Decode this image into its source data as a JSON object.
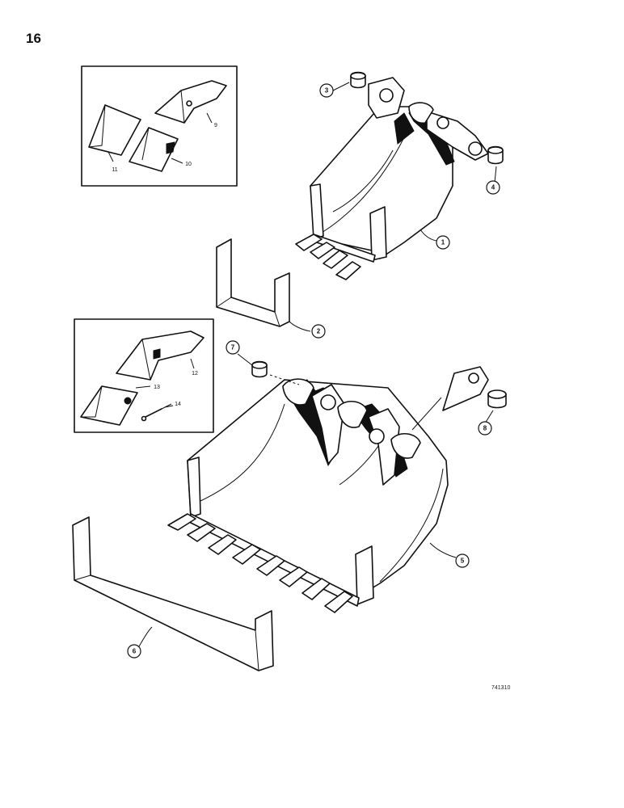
{
  "page": {
    "number": "16",
    "drawing_id": "741310"
  },
  "callouts": [
    "1",
    "2",
    "3",
    "4",
    "5",
    "6",
    "7",
    "8"
  ],
  "inset_labels": [
    "9",
    "10",
    "11",
    "12",
    "13",
    "14"
  ],
  "colors": {
    "ink": "#111111",
    "paper": "#ffffff"
  }
}
